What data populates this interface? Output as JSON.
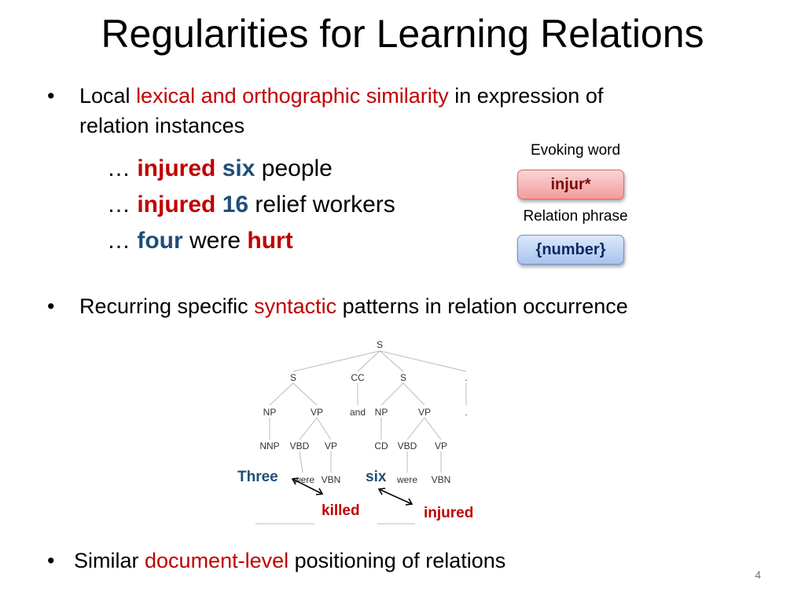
{
  "slide": {
    "title": "Regularities for Learning Relations",
    "page_number": "4"
  },
  "bullets": {
    "b1": {
      "marker": "•",
      "pre": "Local ",
      "highlight": "lexical and orthographic similarity",
      "post": " in expression of",
      "line2": "relation instances"
    },
    "b2": {
      "marker": "•",
      "pre": "Recurring specific ",
      "highlight": "syntactic",
      "post": " patterns in relation occurrence"
    },
    "b3": {
      "marker": "•",
      "pre": "Similar ",
      "highlight": "document-level",
      "post": " positioning of relations"
    }
  },
  "examples": [
    {
      "ellipsis": "…",
      "w1": "injured",
      "w2": "six",
      "rest": "people"
    },
    {
      "ellipsis": "…",
      "w1": "injured",
      "w2": "16",
      "rest": "relief workers"
    },
    {
      "ellipsis": "…",
      "w1": "four",
      "mid": "were",
      "w2": "hurt"
    }
  ],
  "legend": {
    "evoking_label": "Evoking word",
    "evoking_value": "injur*",
    "phrase_label": "Relation phrase",
    "phrase_value": "{number}"
  },
  "tree": {
    "root": "S",
    "level1": [
      "S",
      "CC",
      "S",
      "."
    ],
    "level2": [
      "NP",
      "VP",
      "and",
      "NP",
      "VP",
      "."
    ],
    "level3": [
      "NNP",
      "VBD",
      "VP",
      "CD",
      "VBD",
      "VP"
    ],
    "level4": [
      "were",
      "VBN",
      "were",
      "VBN"
    ]
  },
  "annotations": {
    "three": "Three",
    "killed": "killed",
    "six": "six",
    "injured": "injured"
  },
  "colors": {
    "highlight_red": "#c00000",
    "highlight_blue": "#1f4e79",
    "evoking_box": "#f29c9c",
    "phrase_box": "#a9c4ee"
  }
}
